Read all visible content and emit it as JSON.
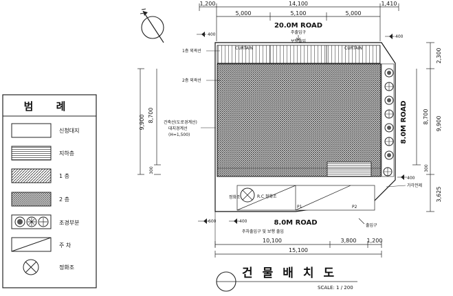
{
  "legend": {
    "title": "범 례",
    "items": [
      {
        "label": "신청대지"
      },
      {
        "label": "지하층"
      },
      {
        "label": "1 층"
      },
      {
        "label": "2 층"
      },
      {
        "label": "조경부분"
      },
      {
        "label": "주 차"
      },
      {
        "label": "정화조"
      }
    ]
  },
  "dimensions": {
    "top_total": "14,100",
    "top_left": "1,200",
    "top_right": "1,410",
    "top_seg1": "5,000",
    "top_seg2": "5,100",
    "top_seg3": "5,000",
    "bottom_seg1": "10,100",
    "bottom_seg2": "3,800",
    "bottom_seg3": "1,200",
    "bottom_total": "15,100",
    "left_outer": "9,900",
    "left_inner": "8,700",
    "left_small": "300",
    "right_top": "2,300",
    "right_inner": "8,700",
    "right_outer": "9,900",
    "right_small": "300",
    "right_bottom": "3,625"
  },
  "roads": {
    "top": "20.0M ROAD",
    "right": "8.0M ROAD",
    "bottom": "8.0M ROAD"
  },
  "levels": {
    "top_left": "400",
    "top_right": "400",
    "right_mid": "400",
    "bottom_left": "600",
    "bottom_mid": "400"
  },
  "notes": {
    "top_gate": "주출입구",
    "top_gate2": "보행출입",
    "first_floor_outline": "1층 외곽선",
    "second_floor_outline": "2층 외곽선",
    "setback_line1": "건축선(도로경계선)",
    "setback_line2": "대지경계선",
    "setback_line3": "(H=1,500)",
    "tank_label": "정화조",
    "tank_spec": "R.C 정화조",
    "parking1": "P1",
    "parking2": "P2",
    "corner": "가각전제",
    "entrance": "출입구",
    "bottom_note": "주차출입구 및 보행 출입",
    "curtain_left": "CURTAIN",
    "curtain_right": "CURTAIN"
  },
  "title": {
    "text": "건물배치도",
    "scale": "SCALE: 1 / 200"
  }
}
